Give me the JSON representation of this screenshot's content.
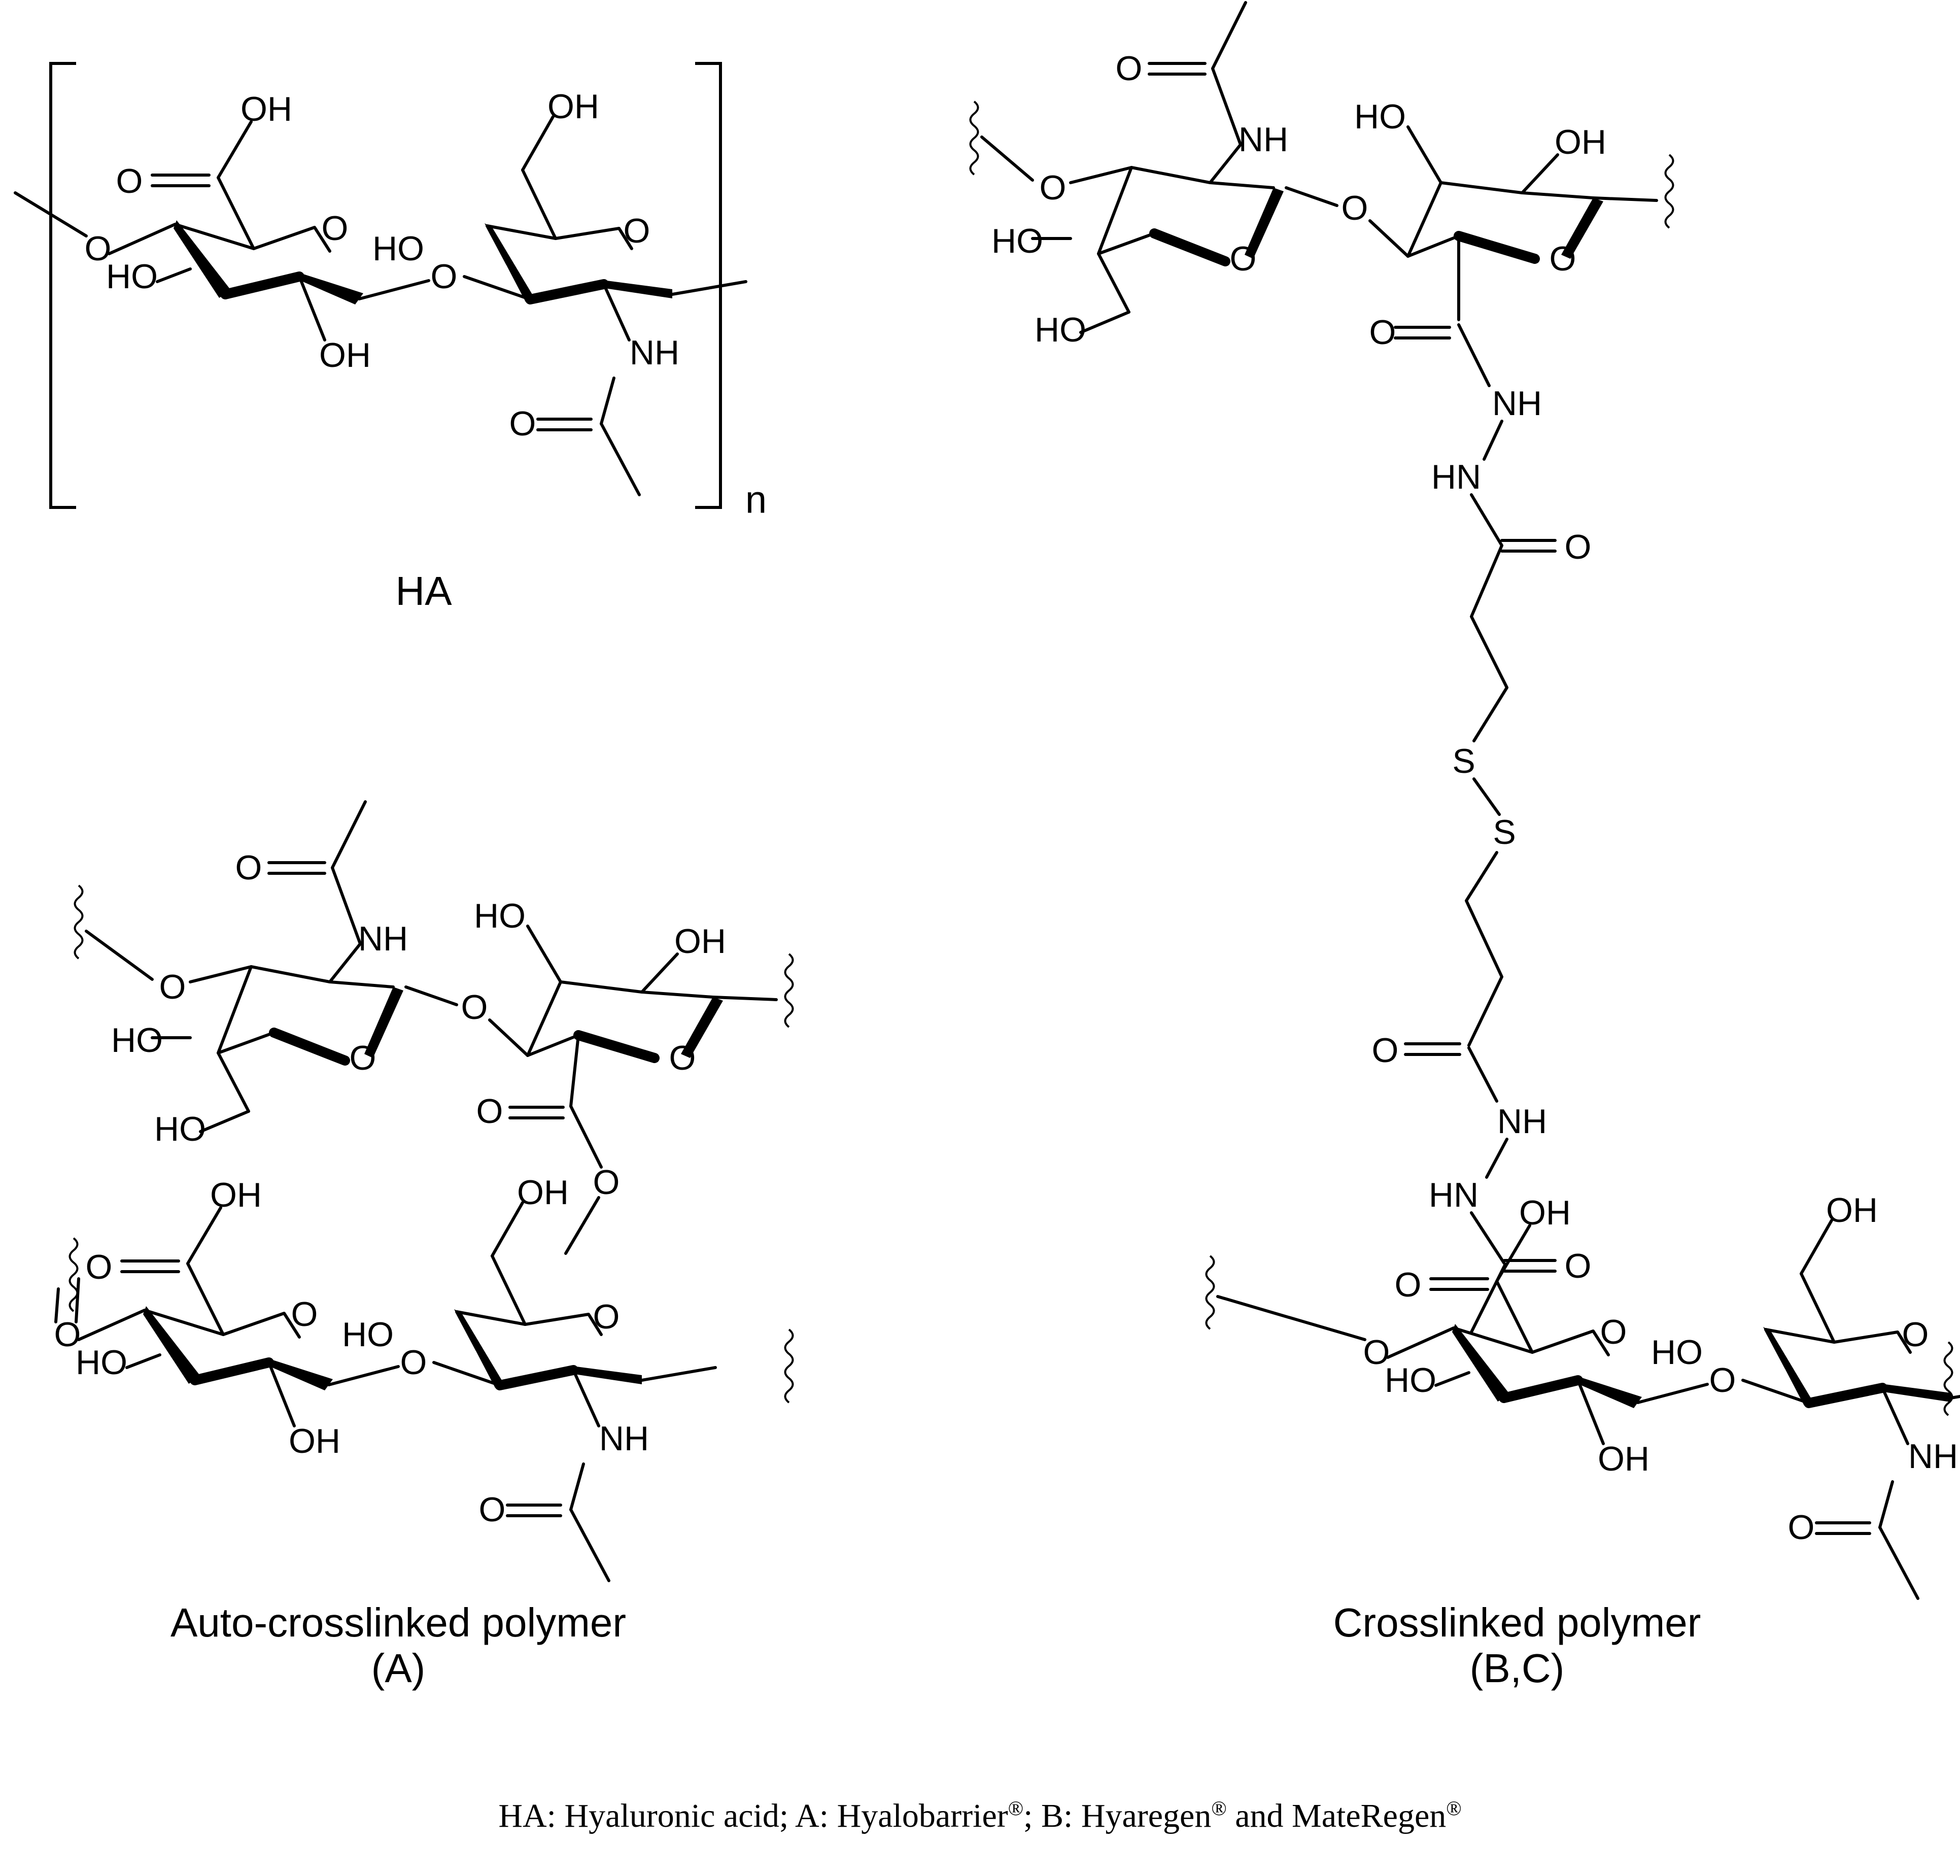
{
  "structures": {
    "ha": {
      "label": "HA",
      "repeat_subscript": "n"
    },
    "auto": {
      "label_line1": "Auto-crosslinked polymer",
      "label_line2": "(A)"
    },
    "crosslinked": {
      "label_line1": "Crosslinked polymer",
      "label_line2": "(B,C)"
    }
  },
  "caption": {
    "ha_abbrev": "HA",
    "ha_text": "Hyaluronic acid",
    "a_abbrev": "A",
    "a_text": "Hyalobarrier",
    "b_abbrev": "B",
    "b_text1": "Hyaregen",
    "b_joiner": "and",
    "b_text2": "MateRegen",
    "reg": "®"
  }
}
